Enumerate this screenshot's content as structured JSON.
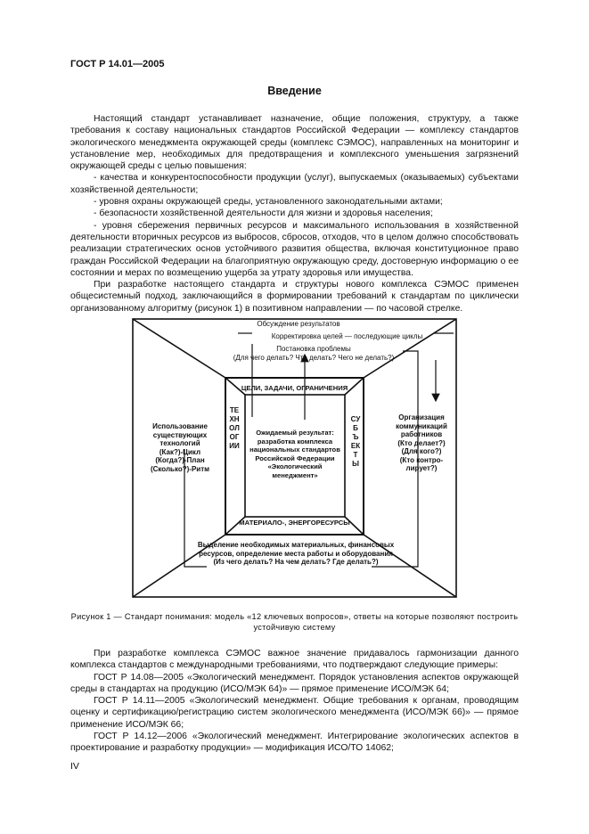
{
  "header": "ГОСТ Р 14.01—2005",
  "title": "Введение",
  "intro_paragraphs": [
    "Настоящий стандарт устанавливает назначение, общие положения, структуру, а также требования к составу национальных стандартов Российской Федерации — комплексу стандартов экологического менеджмента окружающей среды (комплекс СЭМОС), направленных на мониторинг и установление мер, необходимых для предотвращения и комплексного уменьшения загрязнений окружающей среды с целью повышения:",
    "- качества и конкурентоспособности продукции (услуг), выпускаемых (оказываемых) субъектами хозяйственной деятельности;",
    "- уровня охраны окружающей среды, установленного законодательными актами;",
    "- безопасности хозяйственной деятельности для жизни и здоровья населения;",
    "- уровня сбережения первичных ресурсов и максимального использования в хозяйственной деятельности вторичных ресурсов из выбросов, сбросов, отходов, что в целом должно способствовать реализации стратегических основ устойчивого развития общества, включая конституционное право граждан Российской Федерации на благоприятную окружающую среду, достоверную информацию о ее состоянии и мерах по возмещению ущерба за утрату здоровья или имущества.",
    "При разработке настоящего стандарта и структуры нового комплекса СЭМОС применен общесистемный подход, заключающийся в формировании требований к стандартам по циклически организованному алгоритму (рисунок 1) в позитивном направлении — по часовой стрелке."
  ],
  "figure": {
    "feedback": "Обсуждение результатов",
    "correction": "Корректировка целей — последующие циклы",
    "problem": "Постановка проблемы\n(Для чего делать? Что делать? Чего не делать?)",
    "top_band": "ЦЕЛИ, ЗАДАЧИ, ОГРАНИЧЕНИЯ",
    "bottom_band": "МАТЕРИАЛО-, ЭНЕРГОРЕСУРСЫ",
    "left_band": "ТЕХНОЛОГИИ",
    "right_band": "СУБЪЕКТЫ",
    "center": "Ожидаемый результат:\nразработка комплекса\nнациональных стандартов\nРоссийской Федерации\n«Экологический\nменеджмент»",
    "left_outer": "Использование\nсуществующих\nтехнологий\n(Как?)-Цикл\n(Когда?)-План\n(Сколько?)-Ритм",
    "right_outer": "Организация\nкоммуникаций\nработников\n(Кто делает?)\n(Для кого?)\n(Кто контро-\nлирует?)",
    "bottom_outer": "Выделение необходимых материальных, финансовых\nресурсов, определение места работы и оборудования\n(Из чего делать? На чем делать? Где делать?)"
  },
  "caption": "Рисунок 1 — Стандарт понимания: модель «12 ключевых вопросов», ответы на которые позволяют построить устойчивую систему",
  "after_paragraphs": [
    "При разработке комплекса СЭМОС важное значение придавалось гармонизации данного комплекса стандартов с международными требованиями, что подтверждают следующие примеры:",
    "ГОСТ Р 14.08—2005 «Экологический менеджмент. Порядок установления аспектов окружающей среды в стандартах на продукцию (ИСО/МЭК 64)» — прямое применение ИСО/МЭК 64;",
    "ГОСТ Р 14.11—2005 «Экологический менеджмент. Общие требования к органам, проводящим оценку и сертификацию/регистрацию систем экологического менеджмента (ИСО/МЭК 66)» — прямое применение ИСО/МЭК 66;",
    "ГОСТ Р 14.12—2006 «Экологический менеджмент. Интегрирование экологических аспектов в проектирование и разработку продукции» — модификация ИСО/ТО 14062;"
  ],
  "page_number": "IV"
}
